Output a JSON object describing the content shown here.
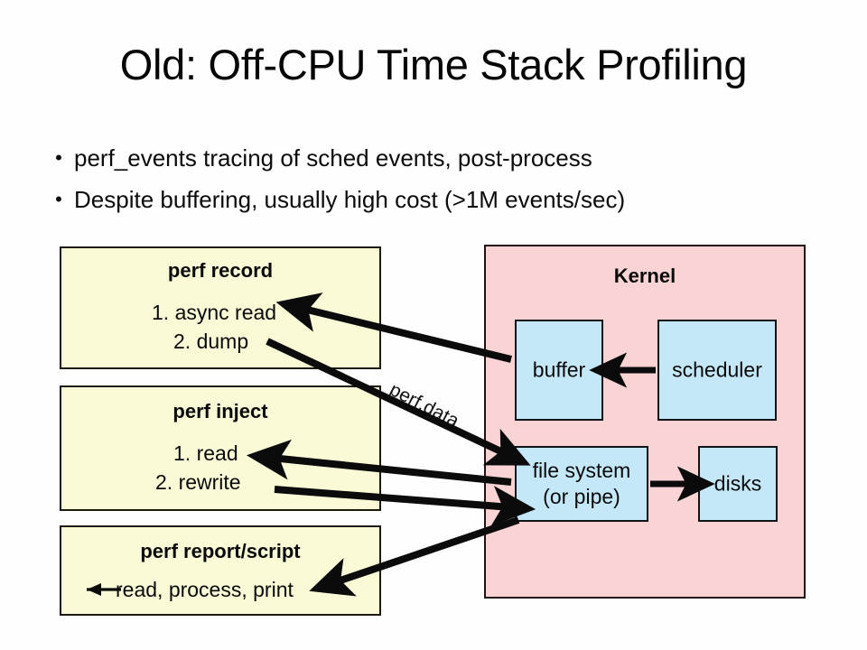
{
  "slide": {
    "title": "Old: Off-CPU Time Stack Profiling",
    "bullet_marker": "•",
    "bullets": [
      "perf_events tracing of sched events, post-process",
      "Despite buffering, usually high cost (>1M events/sec)"
    ]
  },
  "colors": {
    "background": "#ffffff",
    "yellow_box_fill": "#fafad7",
    "pink_box_fill": "#fad3d4",
    "blue_box_fill": "#c5e8f9",
    "box_border": "#1a1208",
    "arrow": "#0b0b0b",
    "text": "#0a0a0a"
  },
  "userspace": {
    "boxes": [
      {
        "id": "perf-record",
        "title": "perf record",
        "lines": [
          "1. async read",
          "2. dump"
        ]
      },
      {
        "id": "perf-inject",
        "title": "perf inject",
        "lines": [
          "1. read",
          "2. rewrite"
        ]
      },
      {
        "id": "perf-report-script",
        "title": "perf report/script",
        "lines": [
          "read, process, print"
        ]
      }
    ]
  },
  "kernel": {
    "title": "Kernel",
    "boxes": [
      {
        "id": "buffer",
        "label": "buffer"
      },
      {
        "id": "scheduler",
        "label": "scheduler"
      },
      {
        "id": "file-system",
        "label_line1": "file system",
        "label_line2": "(or pipe)"
      },
      {
        "id": "disks",
        "label": "disks"
      }
    ]
  },
  "annotations": {
    "perf_data": "perf.data"
  },
  "flows": [
    {
      "from": "scheduler",
      "to": "buffer",
      "label": ""
    },
    {
      "from": "buffer",
      "to": "perf record: 1. async read",
      "label": ""
    },
    {
      "from": "perf record: 2. dump",
      "to": "file system",
      "label": "perf.data"
    },
    {
      "from": "file system",
      "to": "perf inject: 1. read",
      "label": ""
    },
    {
      "from": "perf inject: 2. rewrite",
      "to": "file system",
      "label": ""
    },
    {
      "from": "file system",
      "to": "perf report/script",
      "label": ""
    },
    {
      "from": "file system",
      "to": "disks",
      "label": ""
    },
    {
      "from": "perf report/script",
      "to": "output",
      "label": ""
    }
  ]
}
